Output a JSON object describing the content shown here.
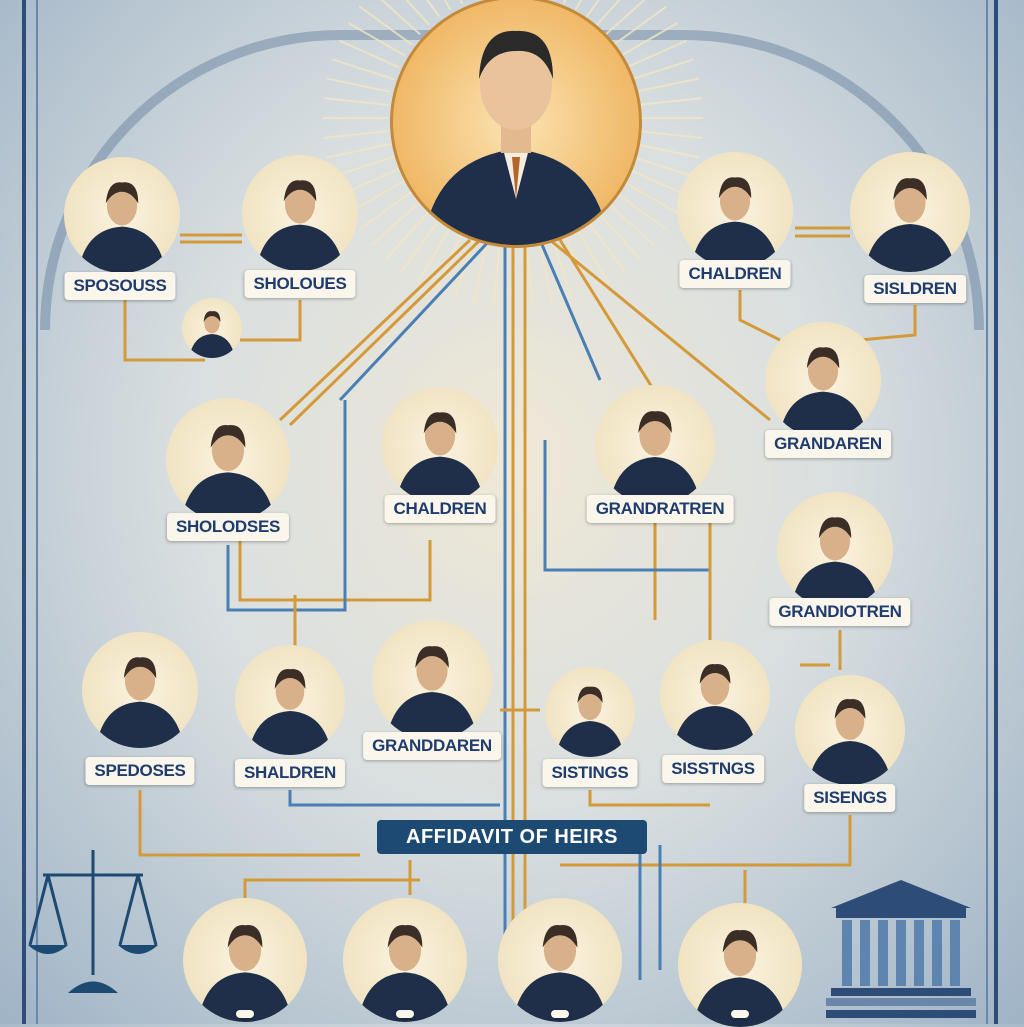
{
  "title_banner": "AFFIDAVIT OF HEIRS",
  "colors": {
    "navy": "#1d4a72",
    "gold": "#d9983f",
    "line_gold": "#d49a3a",
    "line_blue": "#4a7fb5",
    "label_text": "#1f3c6e",
    "cream": "#faf6ec"
  },
  "central_person": {
    "icon": "man-portrait-icon"
  },
  "nodes": [
    {
      "label": "SPOSOUSS"
    },
    {
      "label": "SHOLOUES"
    },
    {
      "label": ""
    },
    {
      "label": "CHALDREN"
    },
    {
      "label": "SISLDREN"
    },
    {
      "label": "GRANDAREN"
    },
    {
      "label": "SHOLODSES"
    },
    {
      "label": "CHALDREN"
    },
    {
      "label": "GRANDRATREN"
    },
    {
      "label": "GRANDIOTREN"
    },
    {
      "label": "SPEDOSES"
    },
    {
      "label": "SHALDREN"
    },
    {
      "label": "GRANDDAREN"
    },
    {
      "label": "SISTINGS"
    },
    {
      "label": "SISSTNGS"
    },
    {
      "label": "SISENGS"
    },
    {
      "label": ""
    },
    {
      "label": ""
    },
    {
      "label": ""
    },
    {
      "label": ""
    }
  ],
  "icons": {
    "scales": "scales-of-justice-icon",
    "building": "courthouse-icon"
  }
}
